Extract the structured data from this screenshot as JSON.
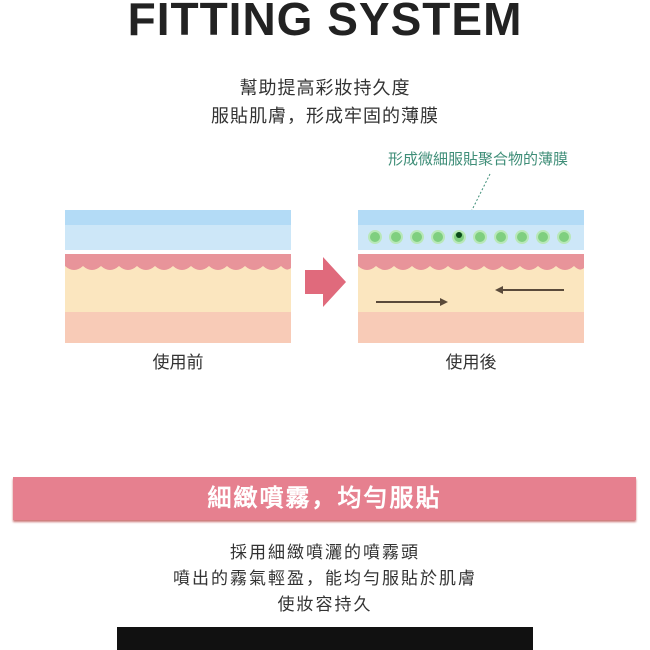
{
  "title": "FITTING SYSTEM",
  "subtitle": [
    "幫助提高彩妝持久度",
    "服貼肌膚，形成牢固的薄膜"
  ],
  "diagram": {
    "annotation": "形成微細服貼聚合物的薄膜",
    "before_label": "使用前",
    "after_label": "使用後"
  },
  "banner": "細緻噴霧，均勻服貼",
  "body": [
    "採用細緻噴灑的噴霧頭",
    "噴出的霧氣輕盈，能均勻服貼於肌膚",
    "使妝容持久"
  ],
  "colors": {
    "banner": "#e6808f",
    "annotation": "#3f8e78",
    "arrow": "#e06a7c"
  }
}
